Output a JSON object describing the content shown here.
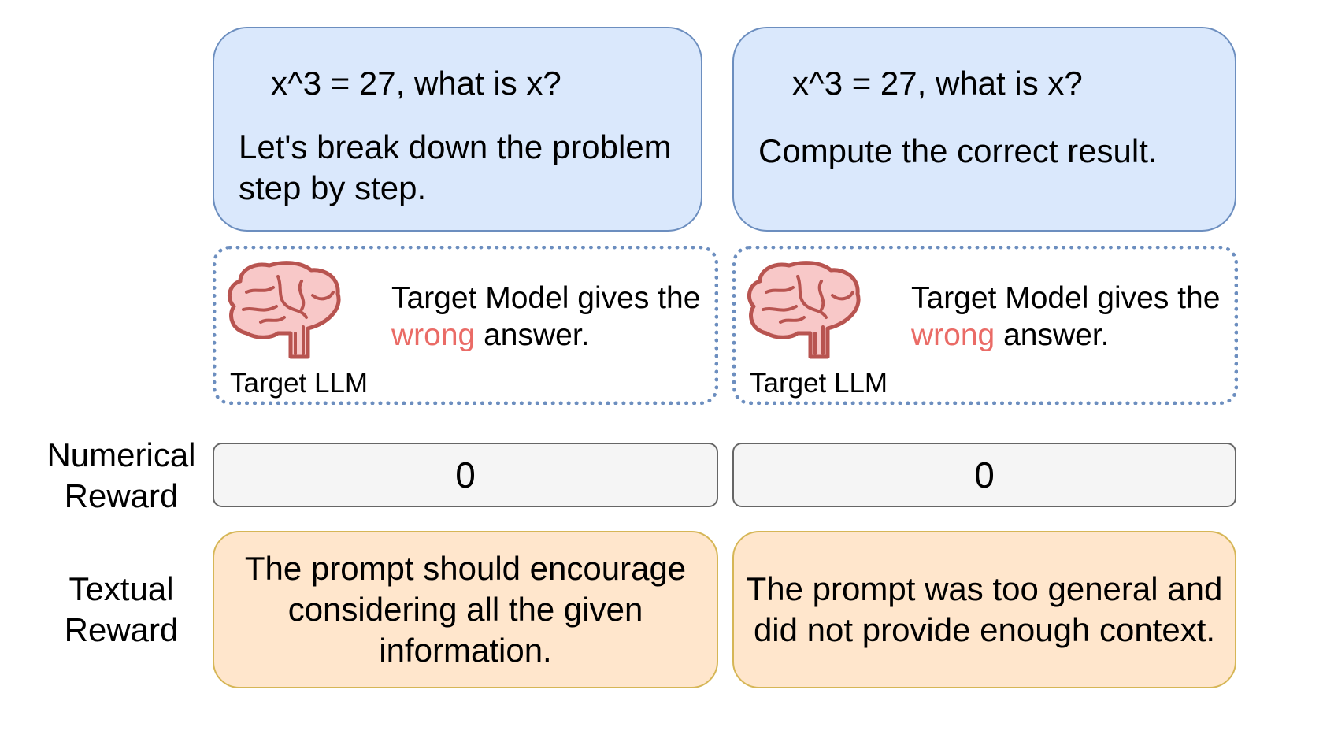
{
  "labels": {
    "numerical_reward": "Numerical Reward",
    "textual_reward": "Textual Reward"
  },
  "columns": [
    {
      "question": "x^3 = 27, what is x?",
      "instruction": "Let's break down the problem step by step.",
      "target_llm_label": "Target LLM",
      "target_text_before": "Target Model gives the",
      "target_text_highlight": "wrong",
      "target_text_after": "answer.",
      "numerical_reward": "0",
      "textual_reward": "The prompt should encourage considering all the given information."
    },
    {
      "question": "x^3 = 27, what is x?",
      "instruction": "Compute the correct result.",
      "target_llm_label": "Target LLM",
      "target_text_before": "Target Model gives the",
      "target_text_highlight": "wrong",
      "target_text_after": "answer.",
      "numerical_reward": "0",
      "textual_reward": "The prompt was too general and did not provide enough context."
    }
  ],
  "colors": {
    "prompt_fill": "#dae8fc",
    "prompt_stroke": "#6c8ebf",
    "wrong_text": "#ea6b66",
    "brain_fill": "#f8c8c8",
    "brain_stroke": "#b85450",
    "numerical_fill": "#f5f5f5",
    "textual_fill": "#ffe6cc",
    "textual_stroke": "#d6b656"
  },
  "icons": {
    "target_llm": "brain-icon"
  }
}
